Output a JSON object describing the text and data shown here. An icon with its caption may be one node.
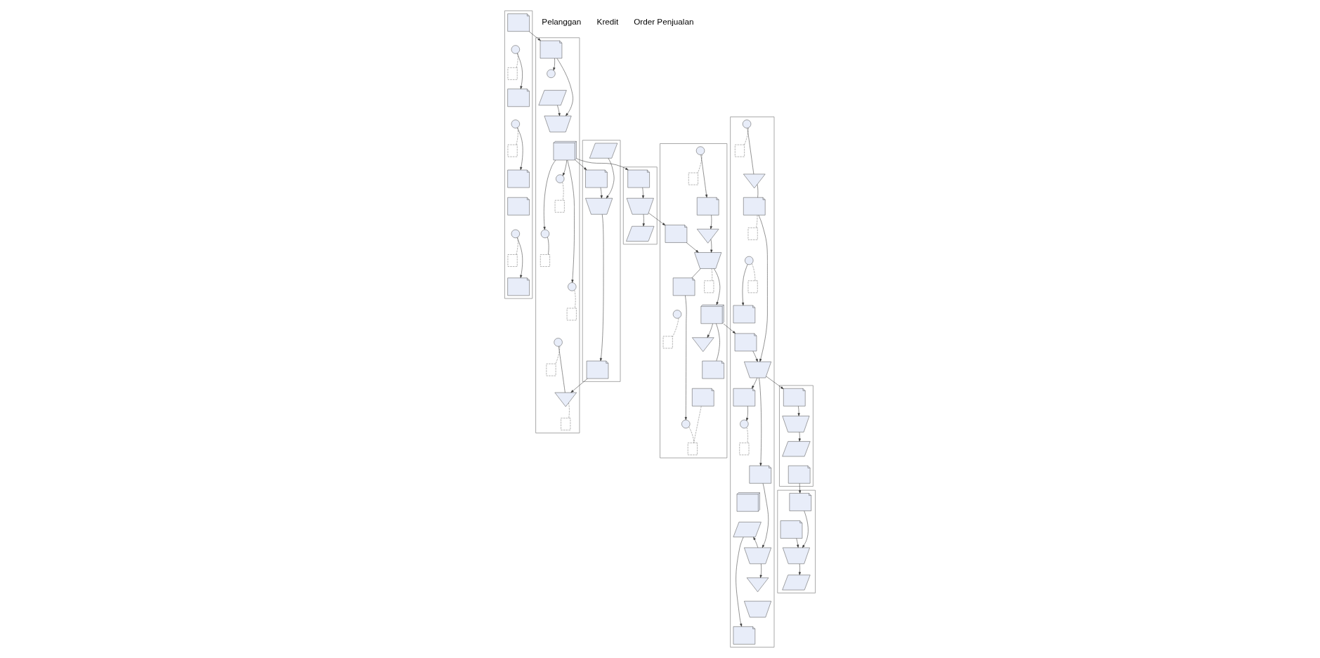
{
  "diagram": {
    "nodes": [
      {
        "text": [],
        "shape": "band"
      },
      {
        "text": [],
        "shape": "document",
        "in": 0
      },
      {
        "text": [],
        "shape": "circle",
        "in": 0
      },
      {
        "text": [],
        "shape": "bracket",
        "in": 0
      },
      {
        "text": [],
        "shape": "document",
        "in": 0
      },
      {
        "text": [],
        "shape": "circle",
        "in": 0
      },
      {
        "text": [],
        "shape": "bracket",
        "in": 0
      },
      {
        "text": [],
        "shape": "document",
        "in": 0
      },
      {
        "text": [],
        "shape": "document",
        "in": 0
      },
      {
        "text": [],
        "shape": "circle",
        "in": 0
      },
      {
        "text": [],
        "shape": "bracket",
        "in": 0
      },
      {
        "text": [],
        "shape": "document",
        "in": 0
      },
      {
        "text": [],
        "shape": "band"
      },
      {
        "text": [],
        "shape": "parallelogram",
        "in": 12
      },
      {
        "text": [],
        "shape": "document",
        "in": 12
      },
      {
        "text": [],
        "shape": "trapezoid",
        "in": 12
      },
      {
        "text": [],
        "shape": "document",
        "in": 12
      },
      {
        "text": [],
        "shape": "band"
      },
      {
        "text": [],
        "shape": "document",
        "in": 17
      },
      {
        "text": [],
        "shape": "circle",
        "in": 17
      },
      {
        "text": [],
        "shape": "parallelogram",
        "in": 17
      },
      {
        "text": [],
        "shape": "trapezoid",
        "in": 17
      },
      {
        "text": [],
        "shape": "multidocument",
        "in": 17
      },
      {
        "text": [],
        "shape": "circle",
        "in": 17
      },
      {
        "text": [],
        "shape": "bracket",
        "in": 17
      },
      {
        "text": [],
        "shape": "circle",
        "in": 17
      },
      {
        "text": [],
        "shape": "bracket",
        "in": 17
      },
      {
        "text": [],
        "shape": "circle",
        "in": 17
      },
      {
        "text": [],
        "shape": "bracket",
        "in": 17
      },
      {
        "text": [],
        "shape": "circle",
        "in": 17
      },
      {
        "text": [],
        "shape": "bracket",
        "in": 17
      },
      {
        "text": [],
        "shape": "triangle",
        "in": 17
      },
      {
        "text": [],
        "shape": "bracket",
        "in": 17
      },
      {
        "text": [],
        "shape": "band"
      },
      {
        "text": [],
        "shape": "document",
        "in": 33
      },
      {
        "text": [],
        "shape": "trapezoid",
        "in": 33
      },
      {
        "text": [],
        "shape": "parallelogram",
        "in": 33
      },
      {
        "text": [],
        "shape": "band"
      },
      {
        "text": [],
        "shape": "circle",
        "in": 37
      },
      {
        "text": [],
        "shape": "bracket",
        "in": 37
      },
      {
        "text": [],
        "shape": "document",
        "in": 37
      },
      {
        "text": [],
        "shape": "triangle",
        "in": 37
      },
      {
        "text": [],
        "shape": "trapezoid",
        "in": 37
      },
      {
        "text": [],
        "shape": "bracket",
        "in": 37
      },
      {
        "text": [],
        "shape": "circle",
        "in": 37
      },
      {
        "text": [],
        "shape": "bracket",
        "in": 37
      },
      {
        "text": [],
        "shape": "document",
        "in": 37
      },
      {
        "text": [],
        "shape": "document",
        "in": 37
      },
      {
        "text": [],
        "shape": "multidocument",
        "in": 37
      },
      {
        "text": [],
        "shape": "triangle",
        "in": 37
      },
      {
        "text": [],
        "shape": "document",
        "in": 37
      },
      {
        "text": [],
        "shape": "document",
        "in": 37
      },
      {
        "text": [],
        "shape": "circle",
        "in": 37
      },
      {
        "text": [],
        "shape": "bracket",
        "in": 37
      },
      {
        "text": [],
        "shape": "band"
      },
      {
        "text": [],
        "shape": "circle",
        "in": 54
      },
      {
        "text": [],
        "shape": "bracket",
        "in": 54
      },
      {
        "text": [],
        "shape": "triangle",
        "in": 54
      },
      {
        "text": [],
        "shape": "document",
        "in": 54
      },
      {
        "text": [],
        "shape": "bracket",
        "in": 54
      },
      {
        "text": [],
        "shape": "circle",
        "in": 54
      },
      {
        "text": [],
        "shape": "bracket",
        "in": 54
      },
      {
        "text": [],
        "shape": "document",
        "in": 54
      },
      {
        "text": [],
        "shape": "document",
        "in": 54
      },
      {
        "text": [],
        "shape": "trapezoid",
        "in": 54
      },
      {
        "text": [],
        "shape": "document",
        "in": 54
      },
      {
        "text": [],
        "shape": "circle",
        "in": 54
      },
      {
        "text": [],
        "shape": "bracket",
        "in": 54
      },
      {
        "text": [],
        "shape": "document",
        "in": 54
      },
      {
        "text": [],
        "shape": "multidocument",
        "in": 54
      },
      {
        "text": [],
        "shape": "parallelogram",
        "in": 54
      },
      {
        "text": [],
        "shape": "trapezoid",
        "in": 54
      },
      {
        "text": [],
        "shape": "triangle",
        "in": 54
      },
      {
        "text": [],
        "shape": "trapezoid",
        "in": 54
      },
      {
        "text": [],
        "shape": "document",
        "in": 54
      },
      {
        "text": [],
        "shape": "band"
      },
      {
        "text": [],
        "shape": "document",
        "in": 75
      },
      {
        "text": [],
        "shape": "trapezoid",
        "in": 75
      },
      {
        "text": [],
        "shape": "parallelogram",
        "in": 75
      },
      {
        "text": [],
        "shape": "document",
        "in": 75
      },
      {
        "text": [],
        "shape": "band"
      },
      {
        "text": [],
        "shape": "document",
        "in": 80
      },
      {
        "text": [],
        "shape": "document",
        "in": 80
      },
      {
        "text": [],
        "shape": "trapezoid",
        "in": 80
      },
      {
        "text": [],
        "shape": "parallelogram",
        "in": 80
      }
    ],
    "edges": [
      {
        "from": 1,
        "to": 18,
        "arrow": "to"
      },
      {
        "from": 2,
        "to": 3,
        "arrow": "none",
        "style": "dashed"
      },
      {
        "from": 2,
        "to": 4,
        "arrow": "to"
      },
      {
        "from": 5,
        "to": 6,
        "arrow": "none",
        "style": "dashed"
      },
      {
        "from": 5,
        "to": 7,
        "arrow": "to"
      },
      {
        "from": 9,
        "to": 10,
        "arrow": "none",
        "style": "dashed"
      },
      {
        "from": 9,
        "to": 11,
        "arrow": "to"
      },
      {
        "from": 13,
        "to": 15,
        "arrow": "to"
      },
      {
        "from": 14,
        "to": 15,
        "arrow": "to"
      },
      {
        "from": 15,
        "to": 16,
        "arrow": "to"
      },
      {
        "from": 16,
        "to": 31,
        "arrow": "to"
      },
      {
        "from": 18,
        "to": 19,
        "arrow": "to"
      },
      {
        "from": 18,
        "to": 21,
        "arrow": "to"
      },
      {
        "from": 20,
        "to": 21,
        "arrow": "to"
      },
      {
        "from": 22,
        "to": 14,
        "arrow": "to"
      },
      {
        "from": 22,
        "to": 23,
        "arrow": "to"
      },
      {
        "from": 23,
        "to": 24,
        "arrow": "none",
        "style": "dashed"
      },
      {
        "from": 22,
        "to": 25,
        "arrow": "to"
      },
      {
        "from": 25,
        "to": 26,
        "arrow": "none"
      },
      {
        "from": 22,
        "to": 27,
        "arrow": "to"
      },
      {
        "from": 27,
        "to": 28,
        "arrow": "none",
        "style": "dashed"
      },
      {
        "from": 22,
        "to": 34,
        "arrow": "to"
      },
      {
        "from": 29,
        "to": 30,
        "arrow": "none",
        "style": "dashed"
      },
      {
        "from": 29,
        "to": 31,
        "arrow": "none"
      },
      {
        "from": 31,
        "to": 32,
        "arrow": "none",
        "style": "dashed"
      },
      {
        "from": 34,
        "to": 35,
        "arrow": "to"
      },
      {
        "from": 35,
        "to": 36,
        "arrow": "to"
      },
      {
        "from": 35,
        "to": 46,
        "arrow": "to"
      },
      {
        "from": 38,
        "to": 39,
        "arrow": "none",
        "style": "dashed"
      },
      {
        "from": 38,
        "to": 40,
        "arrow": "to"
      },
      {
        "from": 40,
        "to": 41,
        "arrow": "to"
      },
      {
        "from": 41,
        "to": 42,
        "arrow": "to"
      },
      {
        "from": 42,
        "to": 43,
        "arrow": "none",
        "style": "dashed"
      },
      {
        "from": 44,
        "to": 45,
        "arrow": "none",
        "style": "dashed"
      },
      {
        "from": 46,
        "to": 42,
        "arrow": "to"
      },
      {
        "from": 42,
        "to": 48,
        "arrow": "to"
      },
      {
        "from": 42,
        "to": 47,
        "arrow": "none"
      },
      {
        "from": 47,
        "to": 52,
        "arrow": "to"
      },
      {
        "from": 48,
        "to": 49,
        "arrow": "to"
      },
      {
        "from": 48,
        "to": 50,
        "arrow": "none"
      },
      {
        "from": 48,
        "to": 63,
        "arrow": "to"
      },
      {
        "from": 51,
        "to": 53,
        "arrow": "none",
        "style": "dashed"
      },
      {
        "from": 52,
        "to": 53,
        "arrow": "none",
        "style": "dashed"
      },
      {
        "from": 55,
        "to": 56,
        "arrow": "none",
        "style": "dashed"
      },
      {
        "from": 55,
        "to": 57,
        "arrow": "none"
      },
      {
        "from": 57,
        "to": 58,
        "arrow": "none"
      },
      {
        "from": 58,
        "to": 59,
        "arrow": "none",
        "style": "dashed"
      },
      {
        "from": 58,
        "to": 64,
        "arrow": "to"
      },
      {
        "from": 60,
        "to": 61,
        "arrow": "none",
        "style": "dashed"
      },
      {
        "from": 60,
        "to": 62,
        "arrow": "to"
      },
      {
        "from": 63,
        "to": 64,
        "arrow": "to"
      },
      {
        "from": 64,
        "to": 65,
        "arrow": "to"
      },
      {
        "from": 64,
        "to": 68,
        "arrow": "to"
      },
      {
        "from": 64,
        "to": 76,
        "arrow": "to"
      },
      {
        "from": 65,
        "to": 66,
        "arrow": "to"
      },
      {
        "from": 66,
        "to": 67,
        "arrow": "none",
        "style": "dashed"
      },
      {
        "from": 68,
        "to": 71,
        "arrow": "to"
      },
      {
        "from": 71,
        "to": 70,
        "arrow": "to"
      },
      {
        "from": 71,
        "to": 72,
        "arrow": "to"
      },
      {
        "from": 70,
        "to": 74,
        "arrow": "to"
      },
      {
        "from": 76,
        "to": 77,
        "arrow": "to"
      },
      {
        "from": 77,
        "to": 78,
        "arrow": "to"
      },
      {
        "from": 79,
        "to": 81,
        "arrow": "to"
      },
      {
        "from": 81,
        "to": 83,
        "arrow": "to"
      },
      {
        "from": 82,
        "to": 83,
        "arrow": "to"
      },
      {
        "from": 83,
        "to": 84,
        "arrow": "to"
      }
    ],
    "labels": [
      "Pelanggan",
      "Kredit",
      "Order Penjualan"
    ]
  }
}
